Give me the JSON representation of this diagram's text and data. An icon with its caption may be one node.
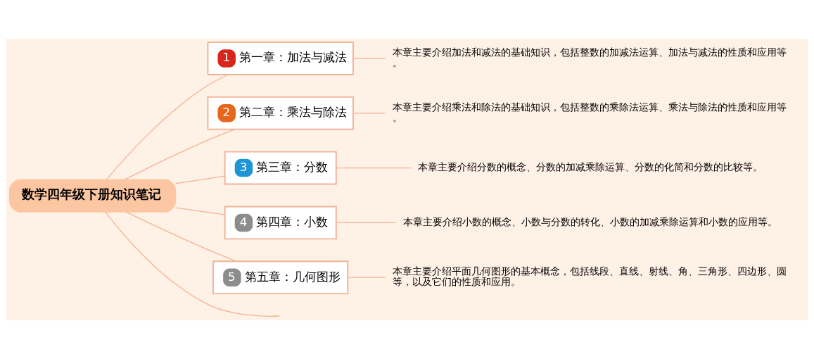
{
  "diagram": {
    "nodes": [
      {
        "text": [
          "数学四年级下册知识笔记"
        ]
      },
      {
        "text": [
          "1",
          "第一章：加法与减法"
        ]
      },
      {
        "text": [
          "本章主要介绍加法和减法的基础知识，包括整数的加减法运算、加法与减法的性质和应用等。"
        ]
      },
      {
        "text": [
          "2",
          "第二章：乘法与除法"
        ]
      },
      {
        "text": [
          "本章主要介绍乘法和除法的基础知识，包括整数的乘除法运算、乘法与除法的性质和应用等。"
        ]
      },
      {
        "text": [
          "3",
          "第三章：分数"
        ]
      },
      {
        "text": [
          "本章主要介绍分数的概念、分数的加减乘除运算、分数的化简和分数的比较等。"
        ]
      },
      {
        "text": [
          "4",
          "第四章：小数"
        ]
      },
      {
        "text": [
          "本章主要介绍小数的概念、小数与分数的转化、小数的加减乘除运算和小数的应用等。"
        ]
      },
      {
        "text": [
          "5",
          "第五章：几何图形"
        ]
      },
      {
        "text": [
          "本章主要介绍平面几何图形的基本概念，包括线段、直线、射线、角、三角形、四边形、圆等，以及它们的性质和应用。"
        ]
      }
    ],
    "edges": [
      {
        "from": 0,
        "to": 1,
        "arrow": "none"
      },
      {
        "from": 1,
        "to": 2,
        "arrow": "none"
      },
      {
        "from": 0,
        "to": 3,
        "arrow": "none"
      },
      {
        "from": 3,
        "to": 4,
        "arrow": "none"
      },
      {
        "from": 0,
        "to": 5,
        "arrow": "none"
      },
      {
        "from": 5,
        "to": 6,
        "arrow": "none"
      },
      {
        "from": 0,
        "to": 7,
        "arrow": "none"
      },
      {
        "from": 7,
        "to": 8,
        "arrow": "none"
      },
      {
        "from": 0,
        "to": 9,
        "arrow": "none"
      },
      {
        "from": 9,
        "to": 10,
        "arrow": "none"
      },
      {
        "from": 0,
        "to": null,
        "arrow": "none"
      }
    ]
  }
}
